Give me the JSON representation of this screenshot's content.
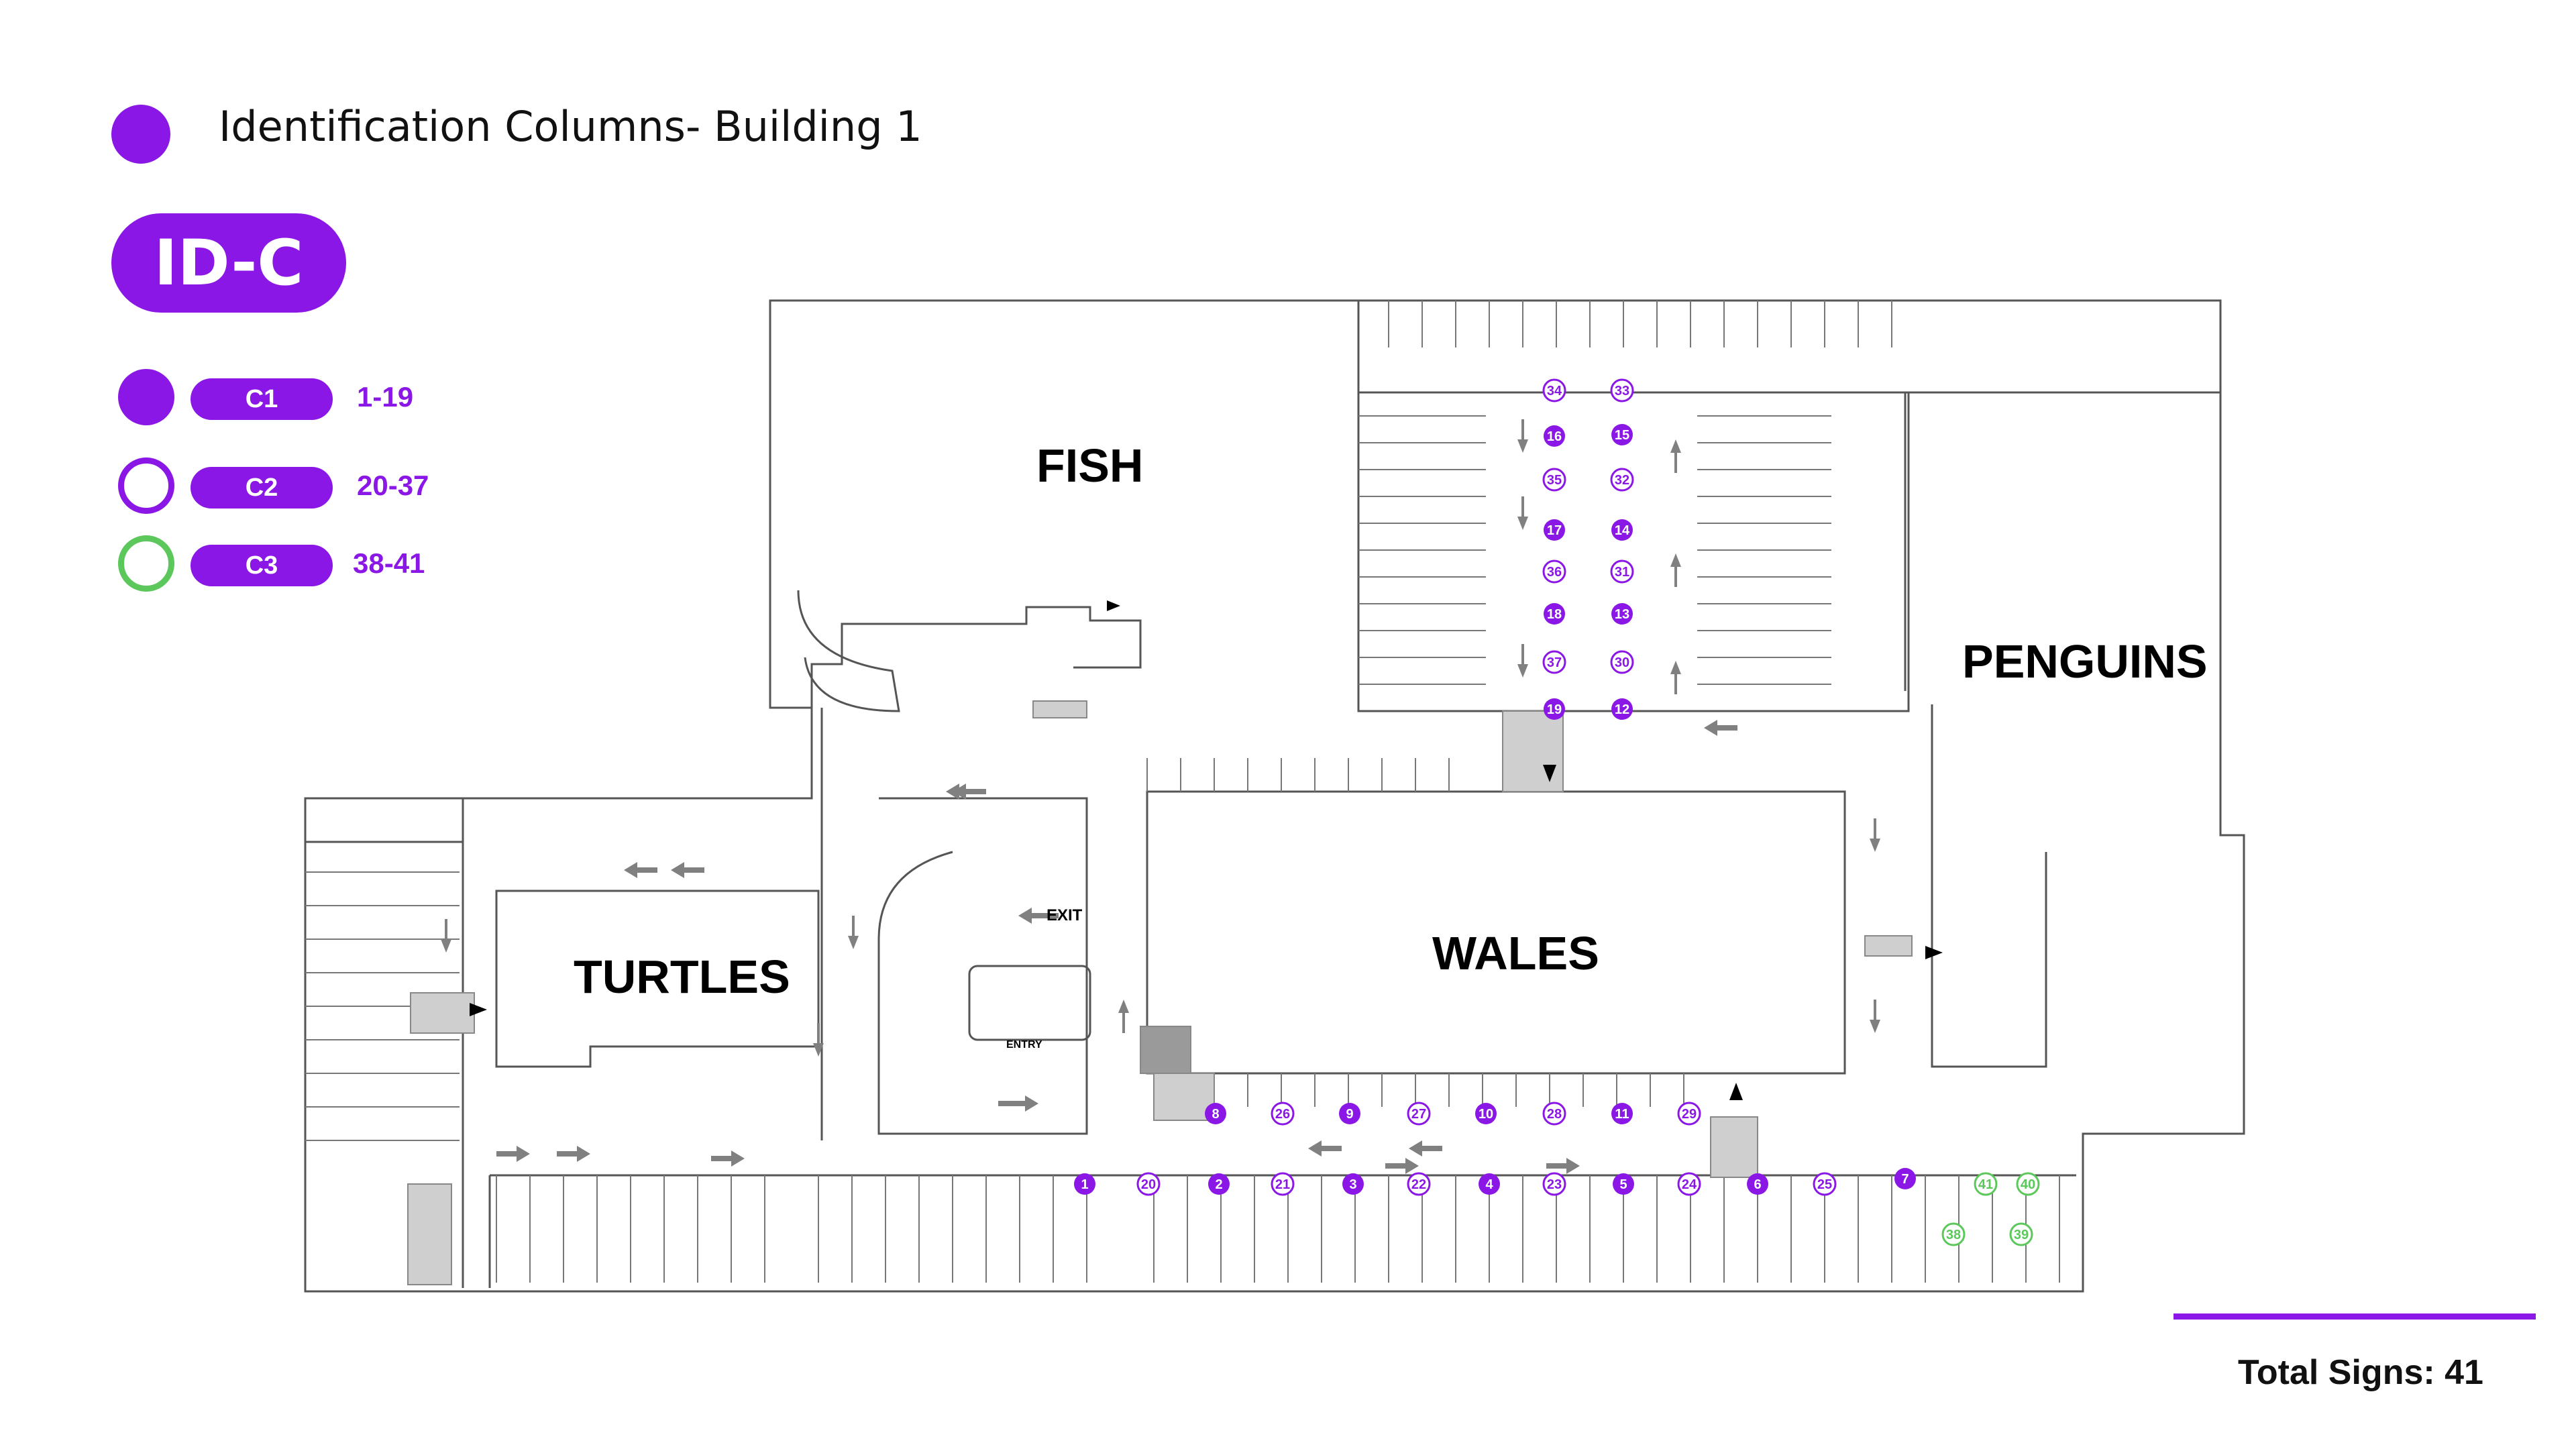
{
  "header": {
    "title": "Identification Columns- Building 1",
    "tag": "ID-C",
    "accent_color": "#8b17e6"
  },
  "legend": [
    {
      "label": "C1",
      "range": "1-19",
      "style": "filled",
      "color": "#8b17e6"
    },
    {
      "label": "C2",
      "range": "20-37",
      "style": "outline",
      "color": "#8b17e6"
    },
    {
      "label": "C3",
      "range": "38-41",
      "style": "outline",
      "color": "#5cc85c"
    }
  ],
  "zones": [
    "FISH",
    "PENGUINS",
    "TURTLES",
    "WALES"
  ],
  "floor_labels": {
    "exit": "EXIT",
    "entry": "ENTRY"
  },
  "signs": {
    "C1": [
      "1",
      "2",
      "3",
      "4",
      "5",
      "6",
      "7",
      "8",
      "9",
      "10",
      "11",
      "12",
      "13",
      "14",
      "15",
      "16",
      "17",
      "18",
      "19"
    ],
    "C2": [
      "20",
      "21",
      "22",
      "23",
      "24",
      "25",
      "26",
      "27",
      "28",
      "29",
      "30",
      "31",
      "32",
      "33",
      "34",
      "35",
      "36",
      "37"
    ],
    "C3": [
      "38",
      "39",
      "40",
      "41"
    ]
  },
  "footer": {
    "total": "Total Signs: 41"
  }
}
